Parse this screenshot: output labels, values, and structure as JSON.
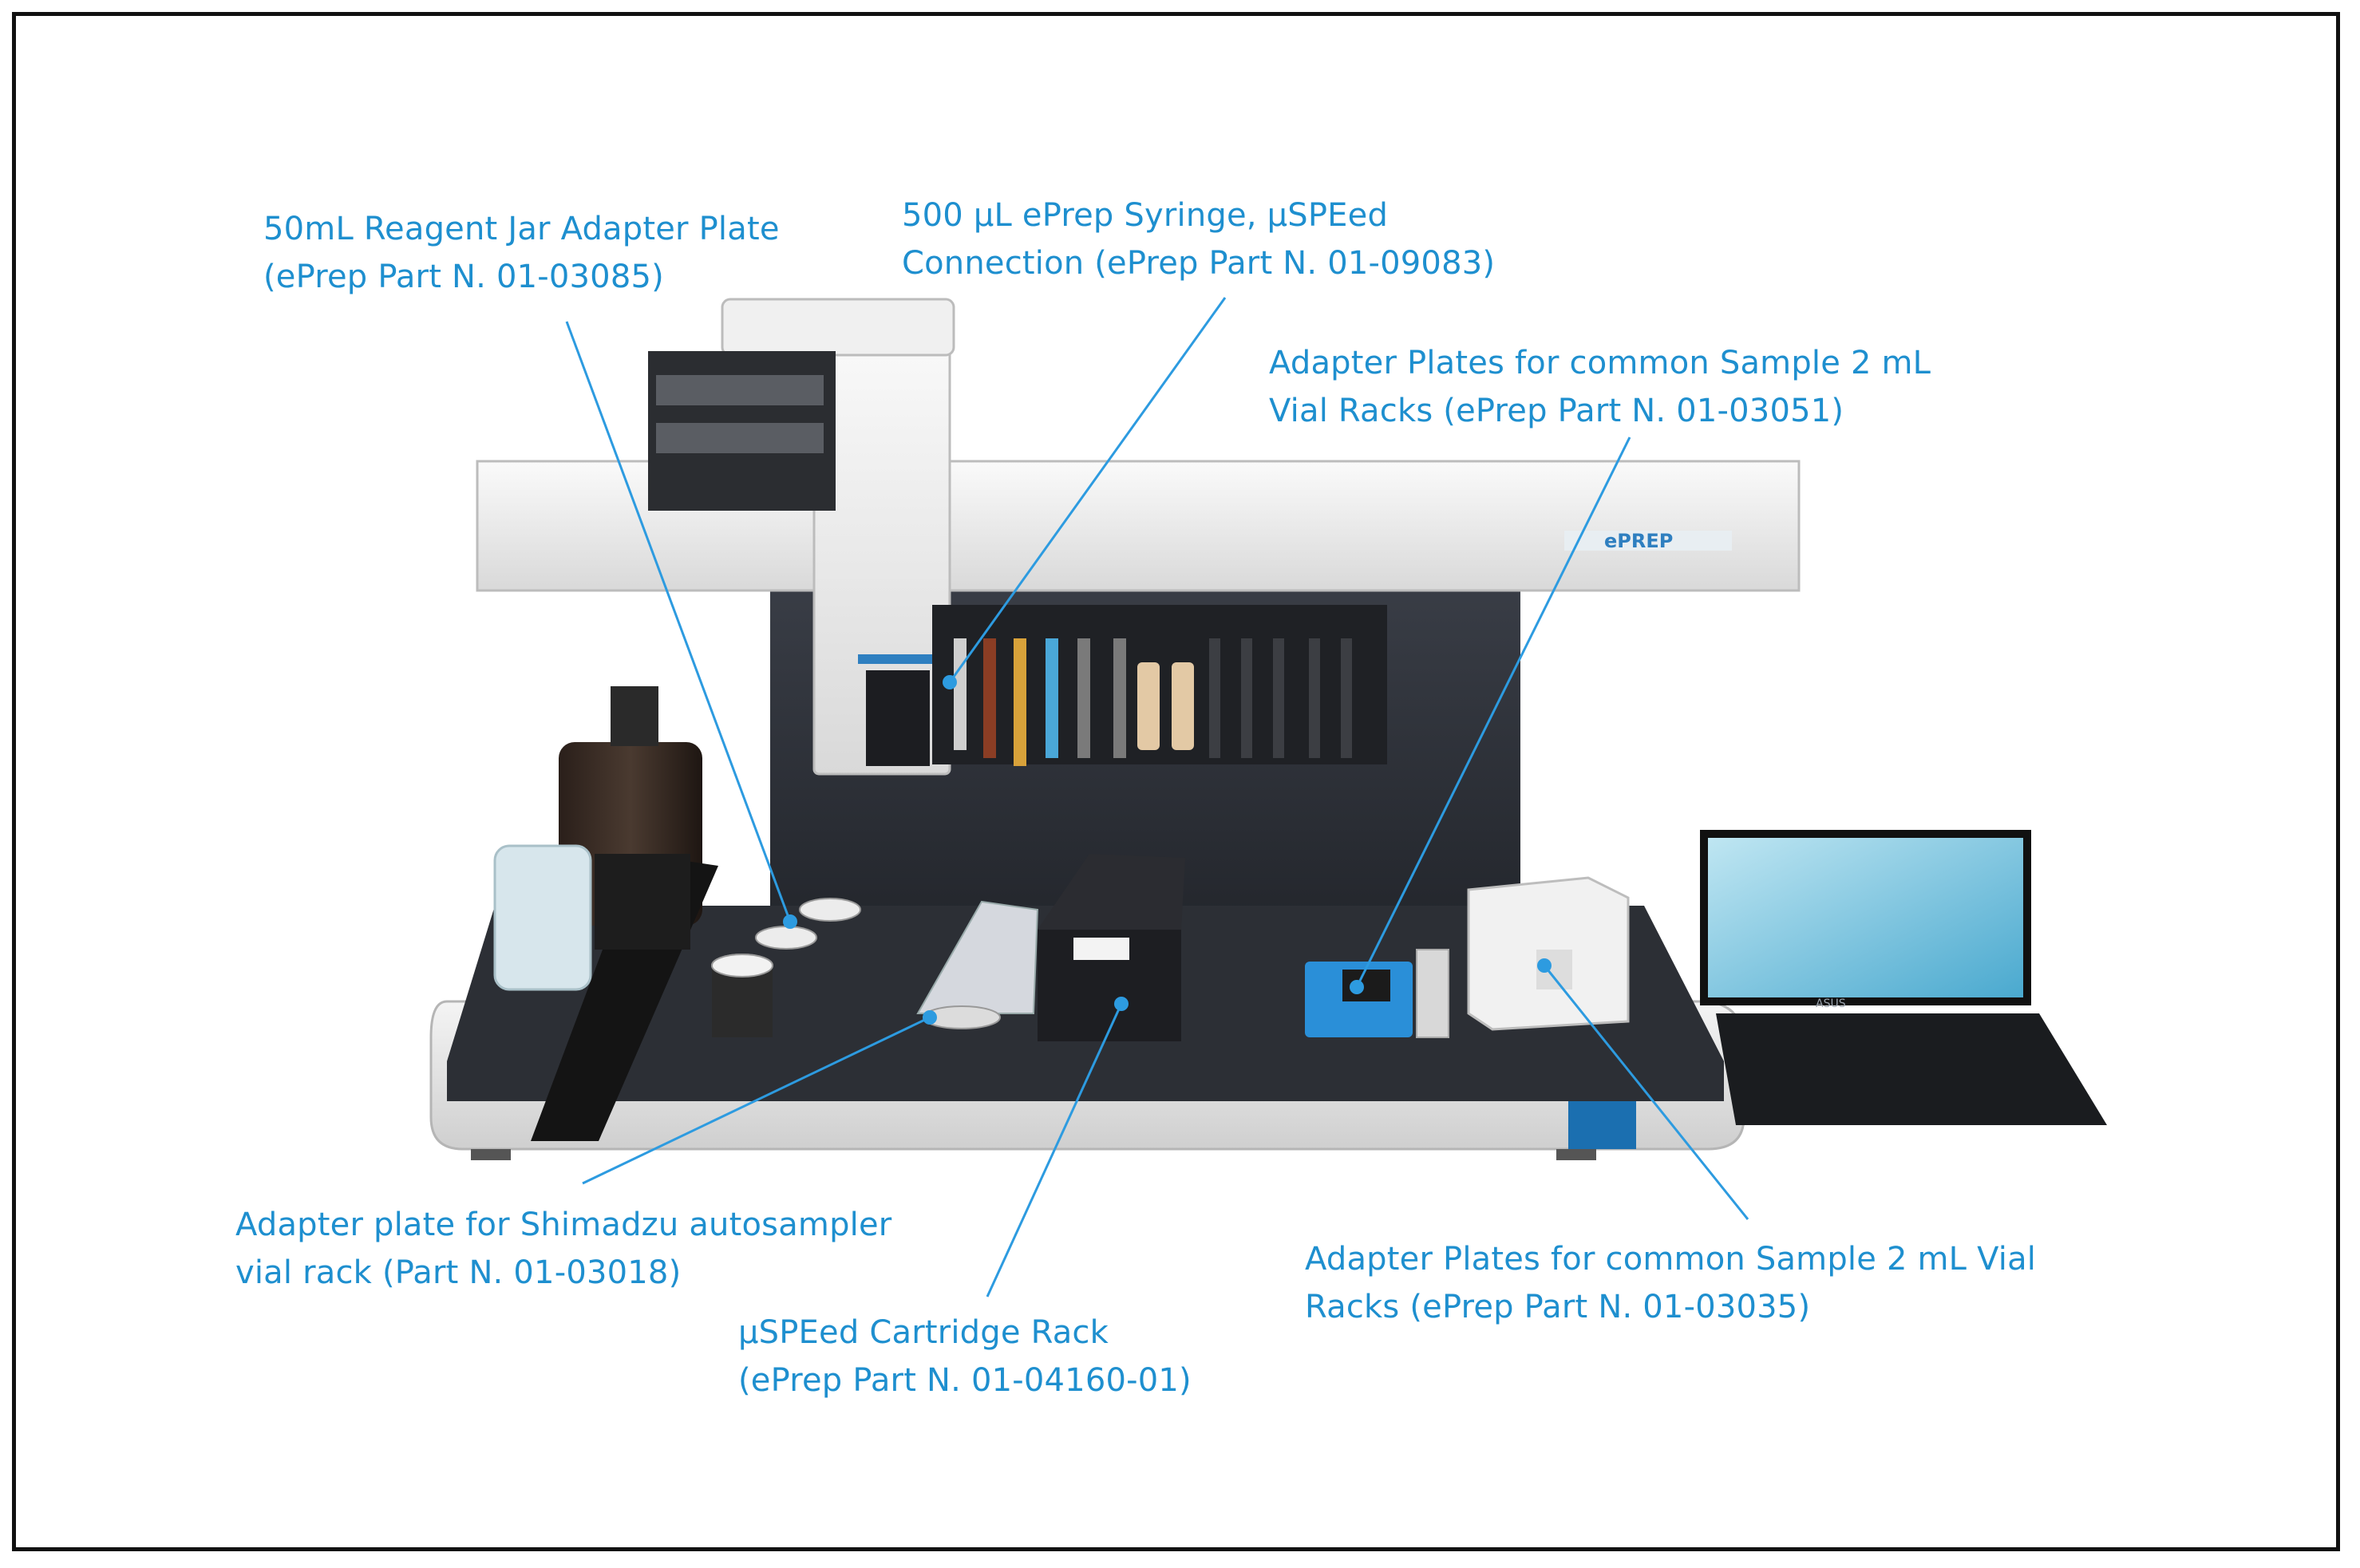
{
  "colors": {
    "label": "#1e8fcf",
    "leader": "#2d9be0",
    "frame": "#111111",
    "panel": "#30343c",
    "housing": "#eeeeee",
    "screen": "#63b8d8"
  },
  "brand": {
    "instrument_logo": "ePREP",
    "laptop_logo": "ASUS"
  },
  "annotations": [
    {
      "id": "reagent-jar",
      "lines": [
        "50mL Reagent Jar Adapter Plate",
        "(ePrep Part N. 01-03085)"
      ]
    },
    {
      "id": "syringe",
      "lines": [
        "500 µL ePrep Syringe, µSPEed",
        "Connection (ePrep Part N. 01-09083)"
      ]
    },
    {
      "id": "vial-racks-03051",
      "lines": [
        "Adapter Plates for common Sample 2 mL",
        "Vial Racks (ePrep Part N. 01-03051)"
      ]
    },
    {
      "id": "shimadzu",
      "lines": [
        "Adapter plate for Shimadzu autosampler",
        "vial rack (Part N. 01-03018)"
      ]
    },
    {
      "id": "cartridge-rack",
      "lines": [
        "µSPEed Cartridge Rack",
        "(ePrep Part N. 01-04160-01)"
      ]
    },
    {
      "id": "vial-racks-03035",
      "lines": [
        "Adapter Plates for common Sample 2 mL Vial",
        "Racks (ePrep Part N. 01-03035)"
      ]
    }
  ]
}
